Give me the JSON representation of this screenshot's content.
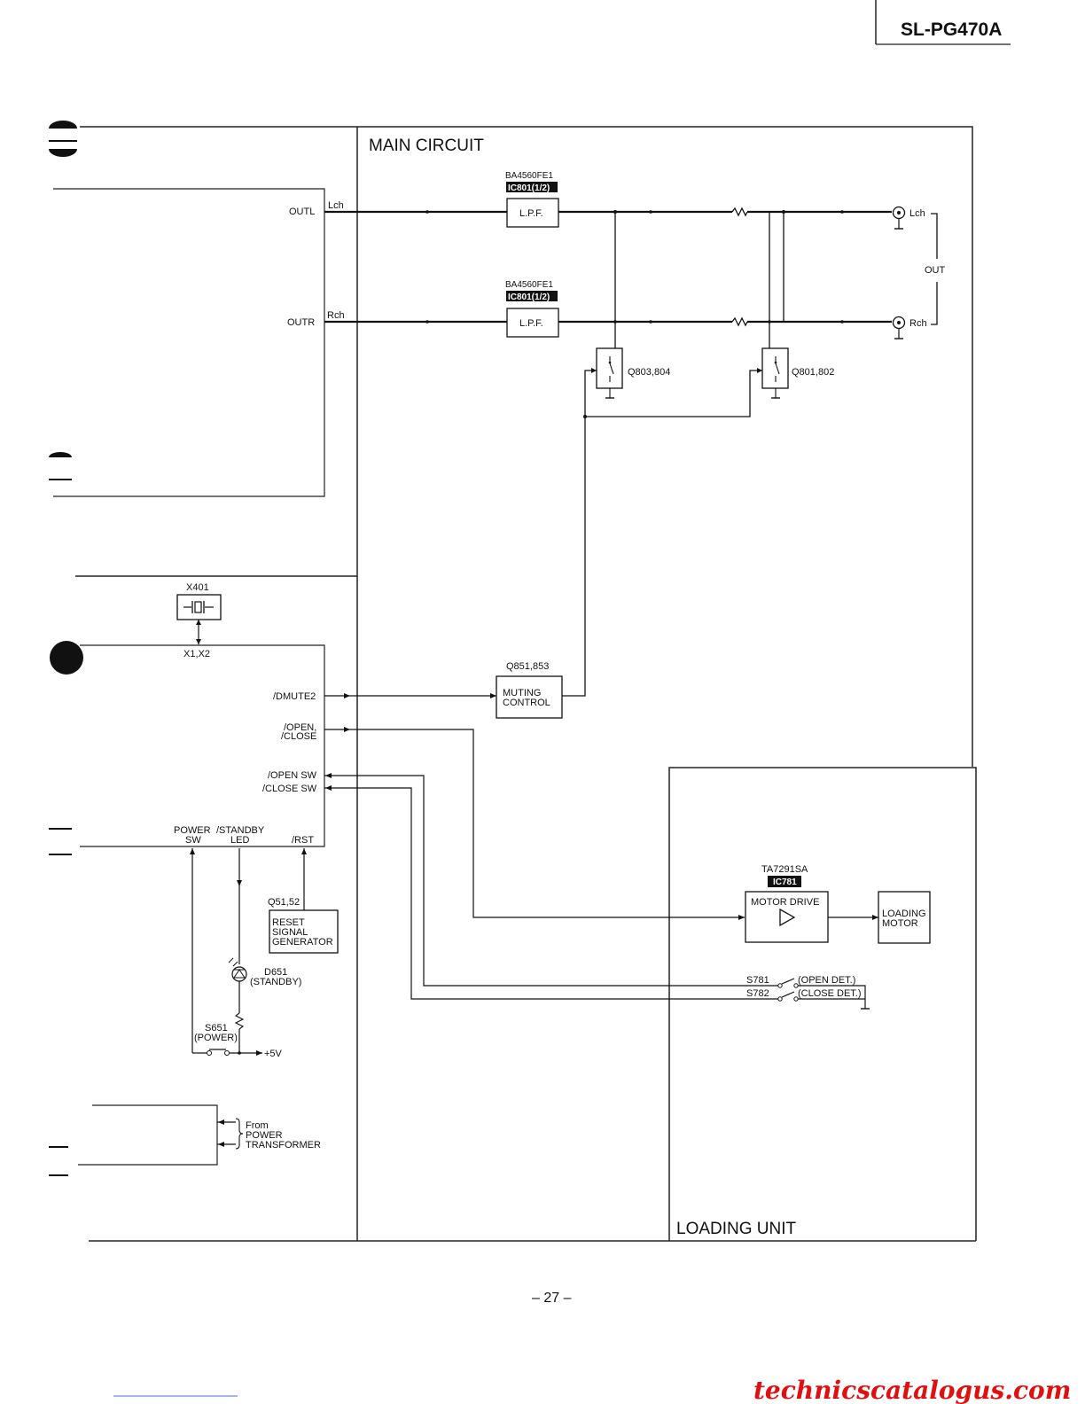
{
  "header": {
    "model": "SL-PG470A"
  },
  "sections": {
    "main_circuit": "MAIN CIRCUIT",
    "loading_unit": "LOADING UNIT"
  },
  "ic801a": {
    "part": "BA4560FE1",
    "ref": "IC801(1/2)",
    "block": "L.P.F."
  },
  "ic801b": {
    "part": "BA4560FE1",
    "ref": "IC801(1/2)",
    "block": "L.P.F."
  },
  "signals": {
    "outl": "OUTL",
    "lch": "Lch",
    "outr": "OUTR",
    "rch": "Rch",
    "out_lch": "Lch",
    "out_rch": "Rch",
    "out": "OUT",
    "dmute2": "/DMUTE2",
    "open": "/OPEN,",
    "close": "/CLOSE",
    "open_sw": "/OPEN SW",
    "close_sw": "/CLOSE SW",
    "rst": "/RST",
    "power_sw_1": "POWER",
    "power_sw_2": "SW",
    "standby_led_1": "/STANDBY",
    "standby_led_2": "LED",
    "plus5v": "+5V"
  },
  "transistors": {
    "q803": "Q803,804",
    "q801": "Q801,802"
  },
  "crystal": {
    "ref": "X401",
    "pins": "X1,X2"
  },
  "mute": {
    "ref": "Q851,853",
    "line1": "MUTING",
    "line2": "CONTROL"
  },
  "reset": {
    "ref": "Q51,52",
    "line1": "RESET",
    "line2": "SIGNAL",
    "line3": "GENERATOR"
  },
  "led": {
    "ref": "D651",
    "desc": "(STANDBY)"
  },
  "power_switch": {
    "ref": "S651",
    "desc": "(POWER)"
  },
  "transformer": {
    "line1": "From",
    "line2": "POWER",
    "line3": "TRANSFORMER"
  },
  "motor_drive": {
    "part": "TA7291SA",
    "ref": "IC781",
    "label": "MOTOR DRIVE"
  },
  "loading_motor": {
    "line1": "LOADING",
    "line2": "MOTOR"
  },
  "switches": {
    "s781": "S781",
    "s781_desc": "(OPEN DET.)",
    "s782": "S782",
    "s782_desc": "(CLOSE DET.)"
  },
  "page": {
    "number": "– 27 –"
  },
  "footer": {
    "site": "technicscatalogus.com"
  }
}
